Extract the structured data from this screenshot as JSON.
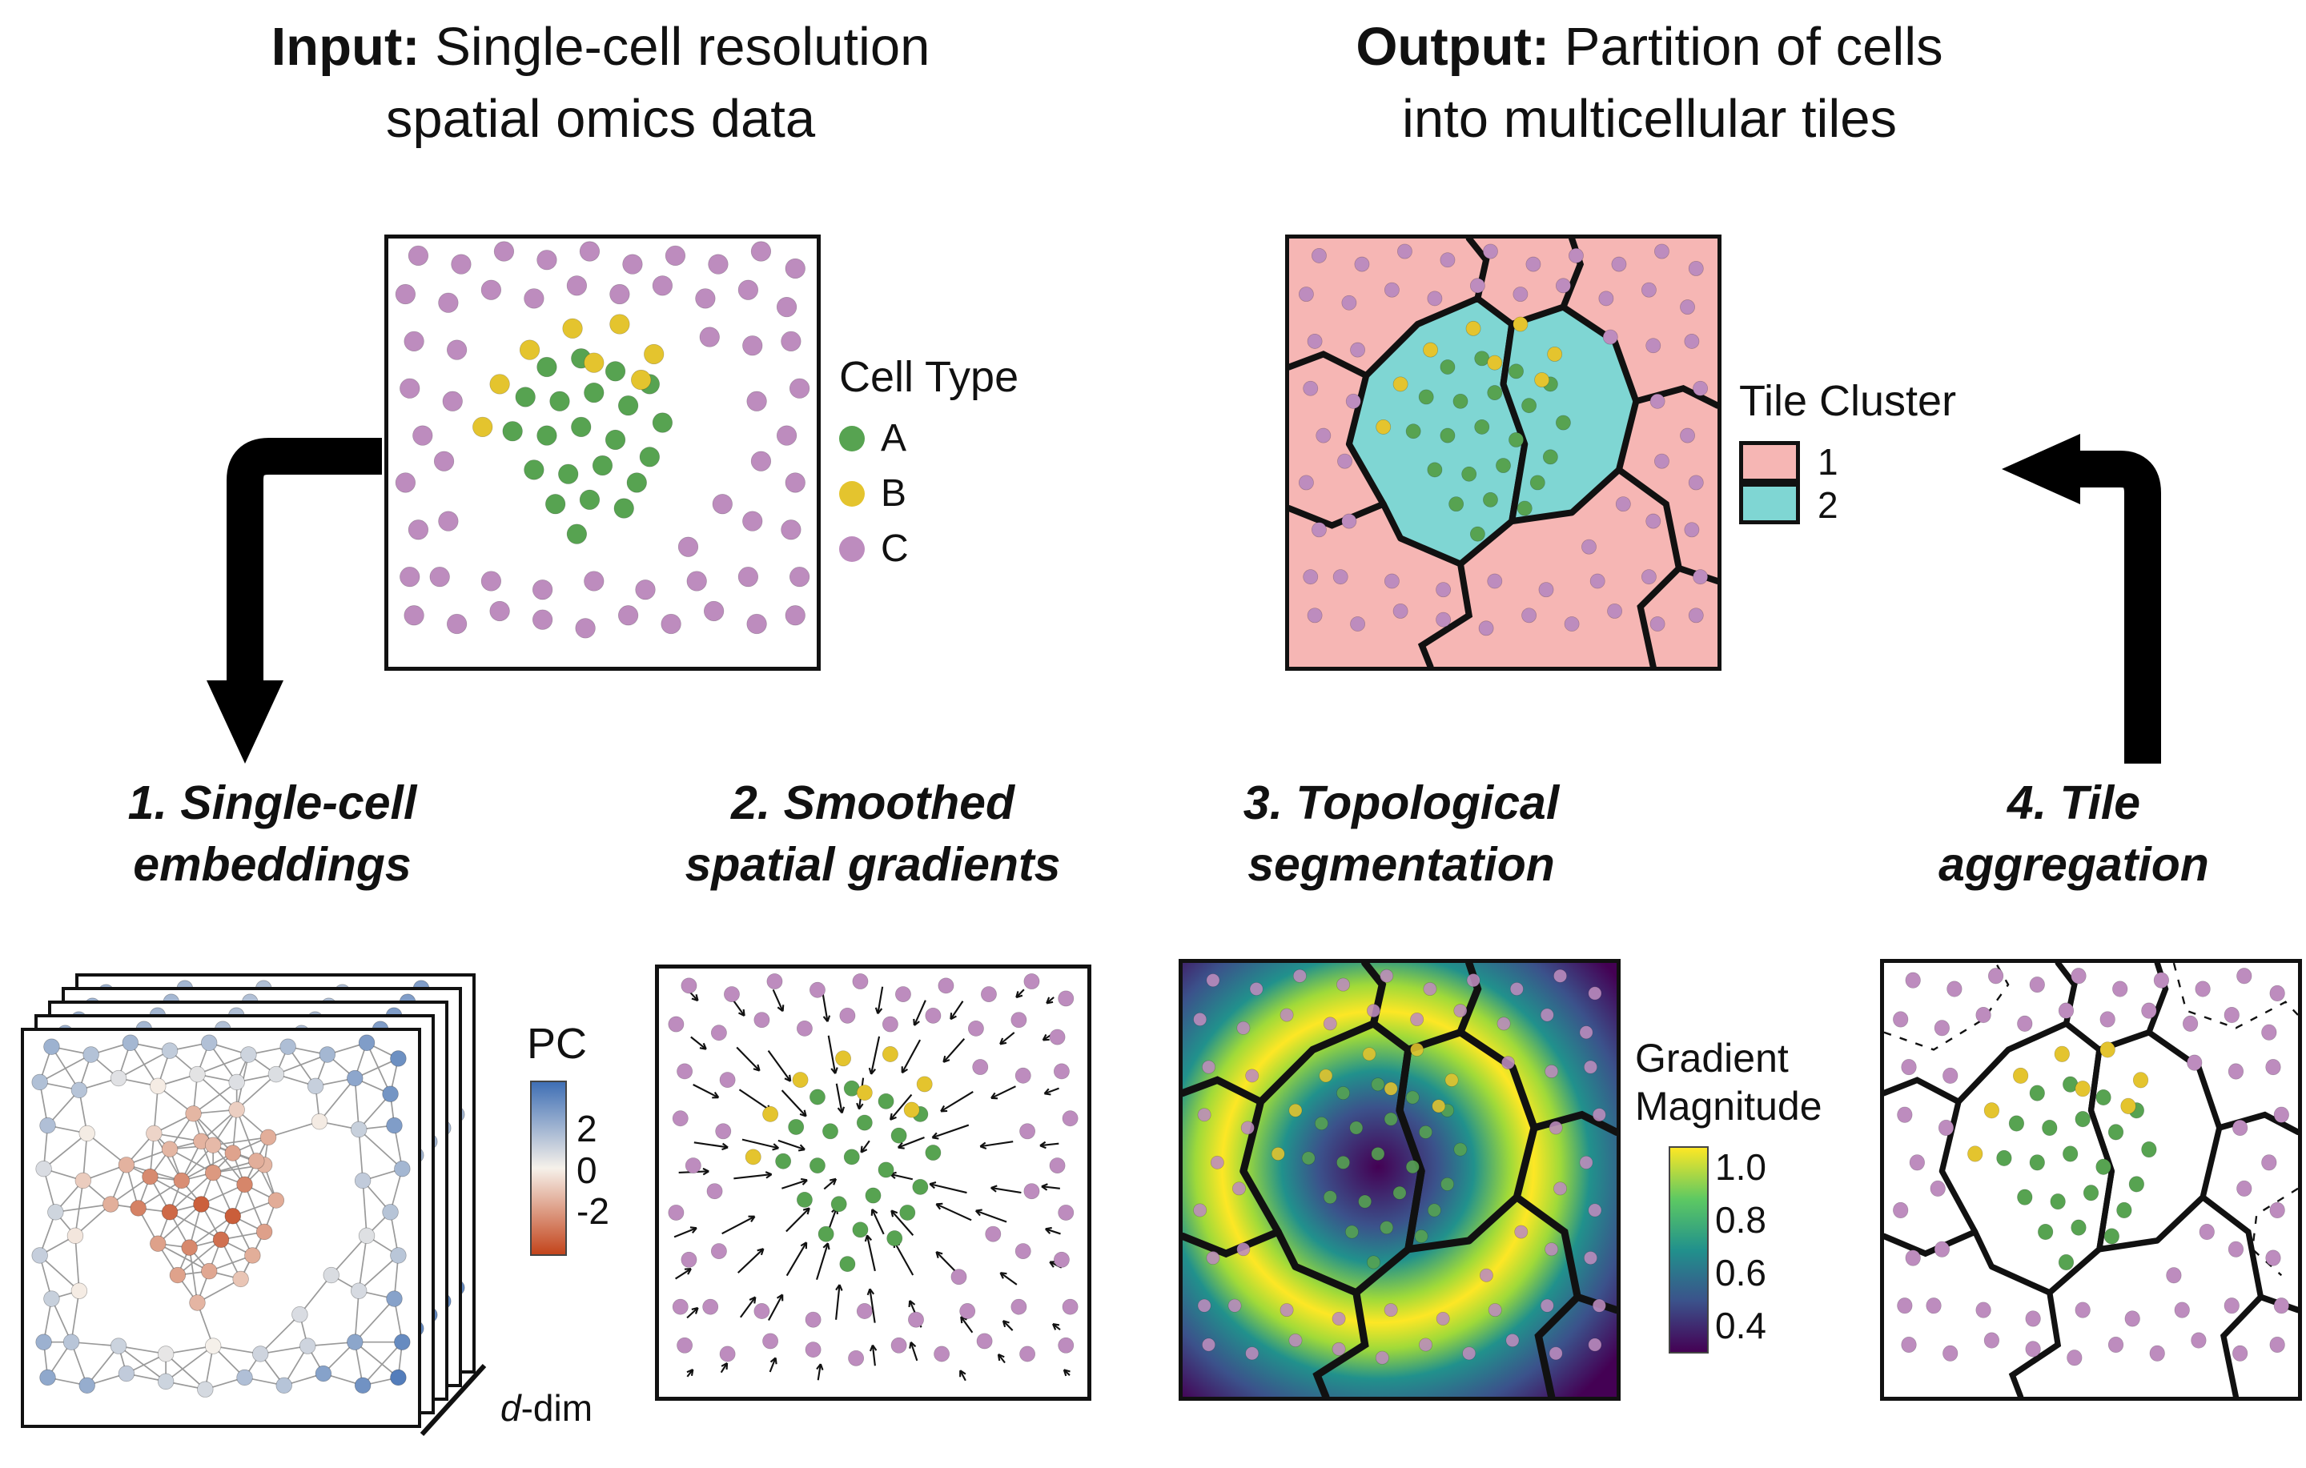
{
  "colors": {
    "cell_types": {
      "A": "#57a351",
      "B": "#e4c42e",
      "C": "#bd8cbe"
    },
    "tile_1": "#f6b6b4",
    "tile_2": "#7fd6d3",
    "boundary": "#111111",
    "arrow": "#000000"
  },
  "input": {
    "title_bold": "Input:",
    "title_rest": " Single-cell resolution",
    "title_line2": "spatial omics data"
  },
  "output": {
    "title_bold": "Output:",
    "title_rest": " Partition of cells",
    "title_line2": "into multicellular tiles"
  },
  "legend_cell_type": {
    "title": "Cell Type",
    "items": [
      {
        "label": "A",
        "color": "#57a351"
      },
      {
        "label": "B",
        "color": "#e4c42e"
      },
      {
        "label": "C",
        "color": "#bd8cbe"
      }
    ]
  },
  "legend_tile_cluster": {
    "title": "Tile Cluster",
    "items": [
      {
        "label": "1",
        "color": "#f6b6b4"
      },
      {
        "label": "2",
        "color": "#7fd6d3"
      }
    ]
  },
  "steps": [
    {
      "line1": "1. Single-cell",
      "line2": "embeddings"
    },
    {
      "line1": "2. Smoothed",
      "line2": "spatial gradients"
    },
    {
      "line1": "3. Topological",
      "line2": "segmentation"
    },
    {
      "line1": "4. Tile",
      "line2": "aggregation"
    }
  ],
  "pc_colorbar": {
    "label": "PC",
    "ticks": [
      "2",
      "0",
      "-2"
    ],
    "tick_pos": [
      28,
      52,
      76
    ],
    "colors": [
      "#3f6fb5",
      "#f6f1ea",
      "#c3451c"
    ]
  },
  "gradient_colorbar": {
    "label_line1": "Gradient",
    "label_line2": "Magnitude",
    "ticks": [
      "1.0",
      "0.8",
      "0.6",
      "0.4"
    ],
    "tick_pos": [
      10,
      36,
      62,
      88
    ],
    "colors": [
      "#fde725",
      "#5ec962",
      "#21918c",
      "#3b528b",
      "#440154"
    ]
  },
  "d_dim": {
    "italic_part": "d",
    "rest": "-dim"
  },
  "chart_data": {
    "type": "scatter",
    "cells": [
      [
        7,
        4,
        "C"
      ],
      [
        17,
        6,
        "C"
      ],
      [
        27,
        3,
        "C"
      ],
      [
        37,
        5,
        "C"
      ],
      [
        47,
        3,
        "C"
      ],
      [
        57,
        6,
        "C"
      ],
      [
        67,
        4,
        "C"
      ],
      [
        77,
        6,
        "C"
      ],
      [
        87,
        3,
        "C"
      ],
      [
        95,
        7,
        "C"
      ],
      [
        4,
        13,
        "C"
      ],
      [
        14,
        15,
        "C"
      ],
      [
        24,
        12,
        "C"
      ],
      [
        34,
        14,
        "C"
      ],
      [
        44,
        11,
        "C"
      ],
      [
        54,
        13,
        "C"
      ],
      [
        64,
        11,
        "C"
      ],
      [
        74,
        14,
        "C"
      ],
      [
        84,
        12,
        "C"
      ],
      [
        93,
        16,
        "C"
      ],
      [
        6,
        24,
        "C"
      ],
      [
        16,
        26,
        "C"
      ],
      [
        5,
        35,
        "C"
      ],
      [
        15,
        38,
        "C"
      ],
      [
        8,
        46,
        "C"
      ],
      [
        13,
        52,
        "C"
      ],
      [
        4,
        57,
        "C"
      ],
      [
        14,
        66,
        "C"
      ],
      [
        7,
        68,
        "C"
      ],
      [
        5,
        79,
        "C"
      ],
      [
        94,
        24,
        "C"
      ],
      [
        85,
        25,
        "C"
      ],
      [
        96,
        35,
        "C"
      ],
      [
        86,
        38,
        "C"
      ],
      [
        93,
        46,
        "C"
      ],
      [
        87,
        52,
        "C"
      ],
      [
        95,
        57,
        "C"
      ],
      [
        85,
        66,
        "C"
      ],
      [
        94,
        68,
        "C"
      ],
      [
        96,
        79,
        "C"
      ],
      [
        75,
        23,
        "C"
      ],
      [
        70,
        72,
        "C"
      ],
      [
        78,
        62,
        "C"
      ],
      [
        12,
        79,
        "C"
      ],
      [
        24,
        80,
        "C"
      ],
      [
        36,
        82,
        "C"
      ],
      [
        48,
        80,
        "C"
      ],
      [
        60,
        82,
        "C"
      ],
      [
        72,
        80,
        "C"
      ],
      [
        84,
        79,
        "C"
      ],
      [
        6,
        88,
        "C"
      ],
      [
        16,
        90,
        "C"
      ],
      [
        26,
        87,
        "C"
      ],
      [
        36,
        89,
        "C"
      ],
      [
        46,
        91,
        "C"
      ],
      [
        56,
        88,
        "C"
      ],
      [
        66,
        90,
        "C"
      ],
      [
        76,
        87,
        "C"
      ],
      [
        86,
        90,
        "C"
      ],
      [
        95,
        88,
        "C"
      ],
      [
        37,
        30,
        "A"
      ],
      [
        45,
        28,
        "A"
      ],
      [
        53,
        31,
        "A"
      ],
      [
        61,
        34,
        "A"
      ],
      [
        32,
        37,
        "A"
      ],
      [
        40,
        38,
        "A"
      ],
      [
        48,
        36,
        "A"
      ],
      [
        56,
        39,
        "A"
      ],
      [
        64,
        43,
        "A"
      ],
      [
        29,
        45,
        "A"
      ],
      [
        37,
        46,
        "A"
      ],
      [
        45,
        44,
        "A"
      ],
      [
        53,
        47,
        "A"
      ],
      [
        61,
        51,
        "A"
      ],
      [
        34,
        54,
        "A"
      ],
      [
        42,
        55,
        "A"
      ],
      [
        50,
        53,
        "A"
      ],
      [
        58,
        57,
        "A"
      ],
      [
        39,
        62,
        "A"
      ],
      [
        47,
        61,
        "A"
      ],
      [
        55,
        63,
        "A"
      ],
      [
        44,
        69,
        "A"
      ],
      [
        43,
        21,
        "B"
      ],
      [
        54,
        20,
        "B"
      ],
      [
        33,
        26,
        "B"
      ],
      [
        62,
        27,
        "B"
      ],
      [
        26,
        34,
        "B"
      ],
      [
        48,
        29,
        "B"
      ],
      [
        22,
        44,
        "B"
      ],
      [
        59,
        33,
        "B"
      ]
    ],
    "tiles": {
      "cyan_polygons": [
        [
          [
            22,
            62
          ],
          [
            14,
            48
          ],
          [
            18,
            32
          ],
          [
            30,
            20
          ],
          [
            44,
            14
          ],
          [
            52,
            20
          ],
          [
            50,
            34
          ],
          [
            55,
            48
          ],
          [
            52,
            66
          ],
          [
            40,
            76
          ],
          [
            26,
            70
          ]
        ],
        [
          [
            52,
            20
          ],
          [
            64,
            16
          ],
          [
            76,
            24
          ],
          [
            81,
            38
          ],
          [
            77,
            54
          ],
          [
            66,
            64
          ],
          [
            52,
            66
          ],
          [
            55,
            48
          ],
          [
            50,
            34
          ]
        ]
      ],
      "boundaries": [
        [
          [
            44,
            14
          ],
          [
            46,
            5
          ],
          [
            42,
            0
          ]
        ],
        [
          [
            64,
            16
          ],
          [
            68,
            6
          ],
          [
            66,
            0
          ]
        ],
        [
          [
            81,
            38
          ],
          [
            92,
            35
          ],
          [
            100,
            39
          ]
        ],
        [
          [
            77,
            54
          ],
          [
            88,
            62
          ],
          [
            91,
            77
          ],
          [
            82,
            86
          ],
          [
            85,
            100
          ]
        ],
        [
          [
            40,
            76
          ],
          [
            42,
            88
          ],
          [
            31,
            95
          ],
          [
            33,
            100
          ]
        ],
        [
          [
            22,
            62
          ],
          [
            10,
            67
          ],
          [
            0,
            63
          ]
        ],
        [
          [
            18,
            32
          ],
          [
            8,
            27
          ],
          [
            0,
            30
          ]
        ],
        [
          [
            91,
            77
          ],
          [
            100,
            80
          ]
        ]
      ],
      "dashed": [
        [
          [
            0,
            16
          ],
          [
            12,
            20
          ],
          [
            24,
            13
          ],
          [
            30,
            5
          ],
          [
            27,
            0
          ]
        ],
        [
          [
            70,
            0
          ],
          [
            73,
            11
          ],
          [
            85,
            15
          ],
          [
            97,
            9
          ],
          [
            100,
            12
          ]
        ],
        [
          [
            100,
            52
          ],
          [
            90,
            58
          ],
          [
            89,
            66
          ],
          [
            96,
            72
          ]
        ]
      ]
    },
    "quiver": {
      "grid_start": 6,
      "grid_end": 95,
      "grid_step": 11,
      "center": [
        45,
        46
      ],
      "ring_radius": 30,
      "ring_sigma": 13,
      "max_len": 9
    },
    "embedding": {
      "layers": 5,
      "center": [
        45,
        46
      ],
      "pc_scale": 34,
      "pc_range": [
        -2,
        2
      ],
      "edge_threshold": 15,
      "edge_color": "#9a9a9a"
    },
    "heatmap": {
      "center_pct": [
        45,
        47
      ],
      "radial_stops": [
        [
          "#440154",
          0
        ],
        [
          "#3b528b",
          18
        ],
        [
          "#21918c",
          29
        ],
        [
          "#a0da39",
          40
        ],
        [
          "#fde725",
          47
        ],
        [
          "#a0da39",
          55
        ],
        [
          "#21918c",
          64
        ],
        [
          "#3b528b",
          77
        ],
        [
          "#440154",
          92
        ]
      ]
    }
  }
}
